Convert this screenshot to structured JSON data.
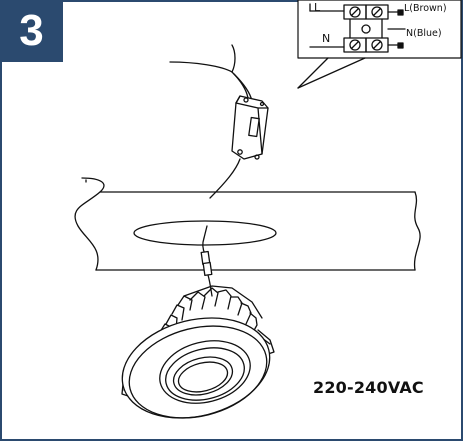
{
  "step": {
    "number": "3"
  },
  "wiring_inset": {
    "terminal_l": "L",
    "terminal_n": "N",
    "wire_l": "L(Brown)",
    "wire_n": "N(Blue)"
  },
  "voltage_label": "220-240VAC",
  "colors": {
    "frame": "#2b4a6f",
    "badge_bg": "#2b4a6f",
    "badge_text": "#ffffff",
    "line": "#111111"
  }
}
